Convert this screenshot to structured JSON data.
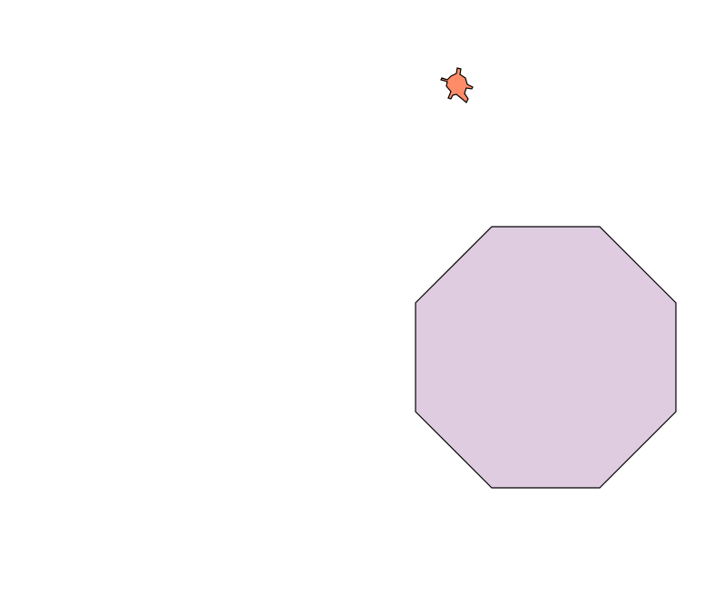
{
  "canvas": {
    "background": "#ffffff"
  },
  "shapes": [
    {
      "kind": "turtle",
      "icon": "turtle-icon",
      "fill": "#ff8c69",
      "stroke": "#000000"
    },
    {
      "kind": "octagon",
      "sides": 8,
      "fill": "#dfcce0",
      "stroke": "#000000"
    }
  ]
}
